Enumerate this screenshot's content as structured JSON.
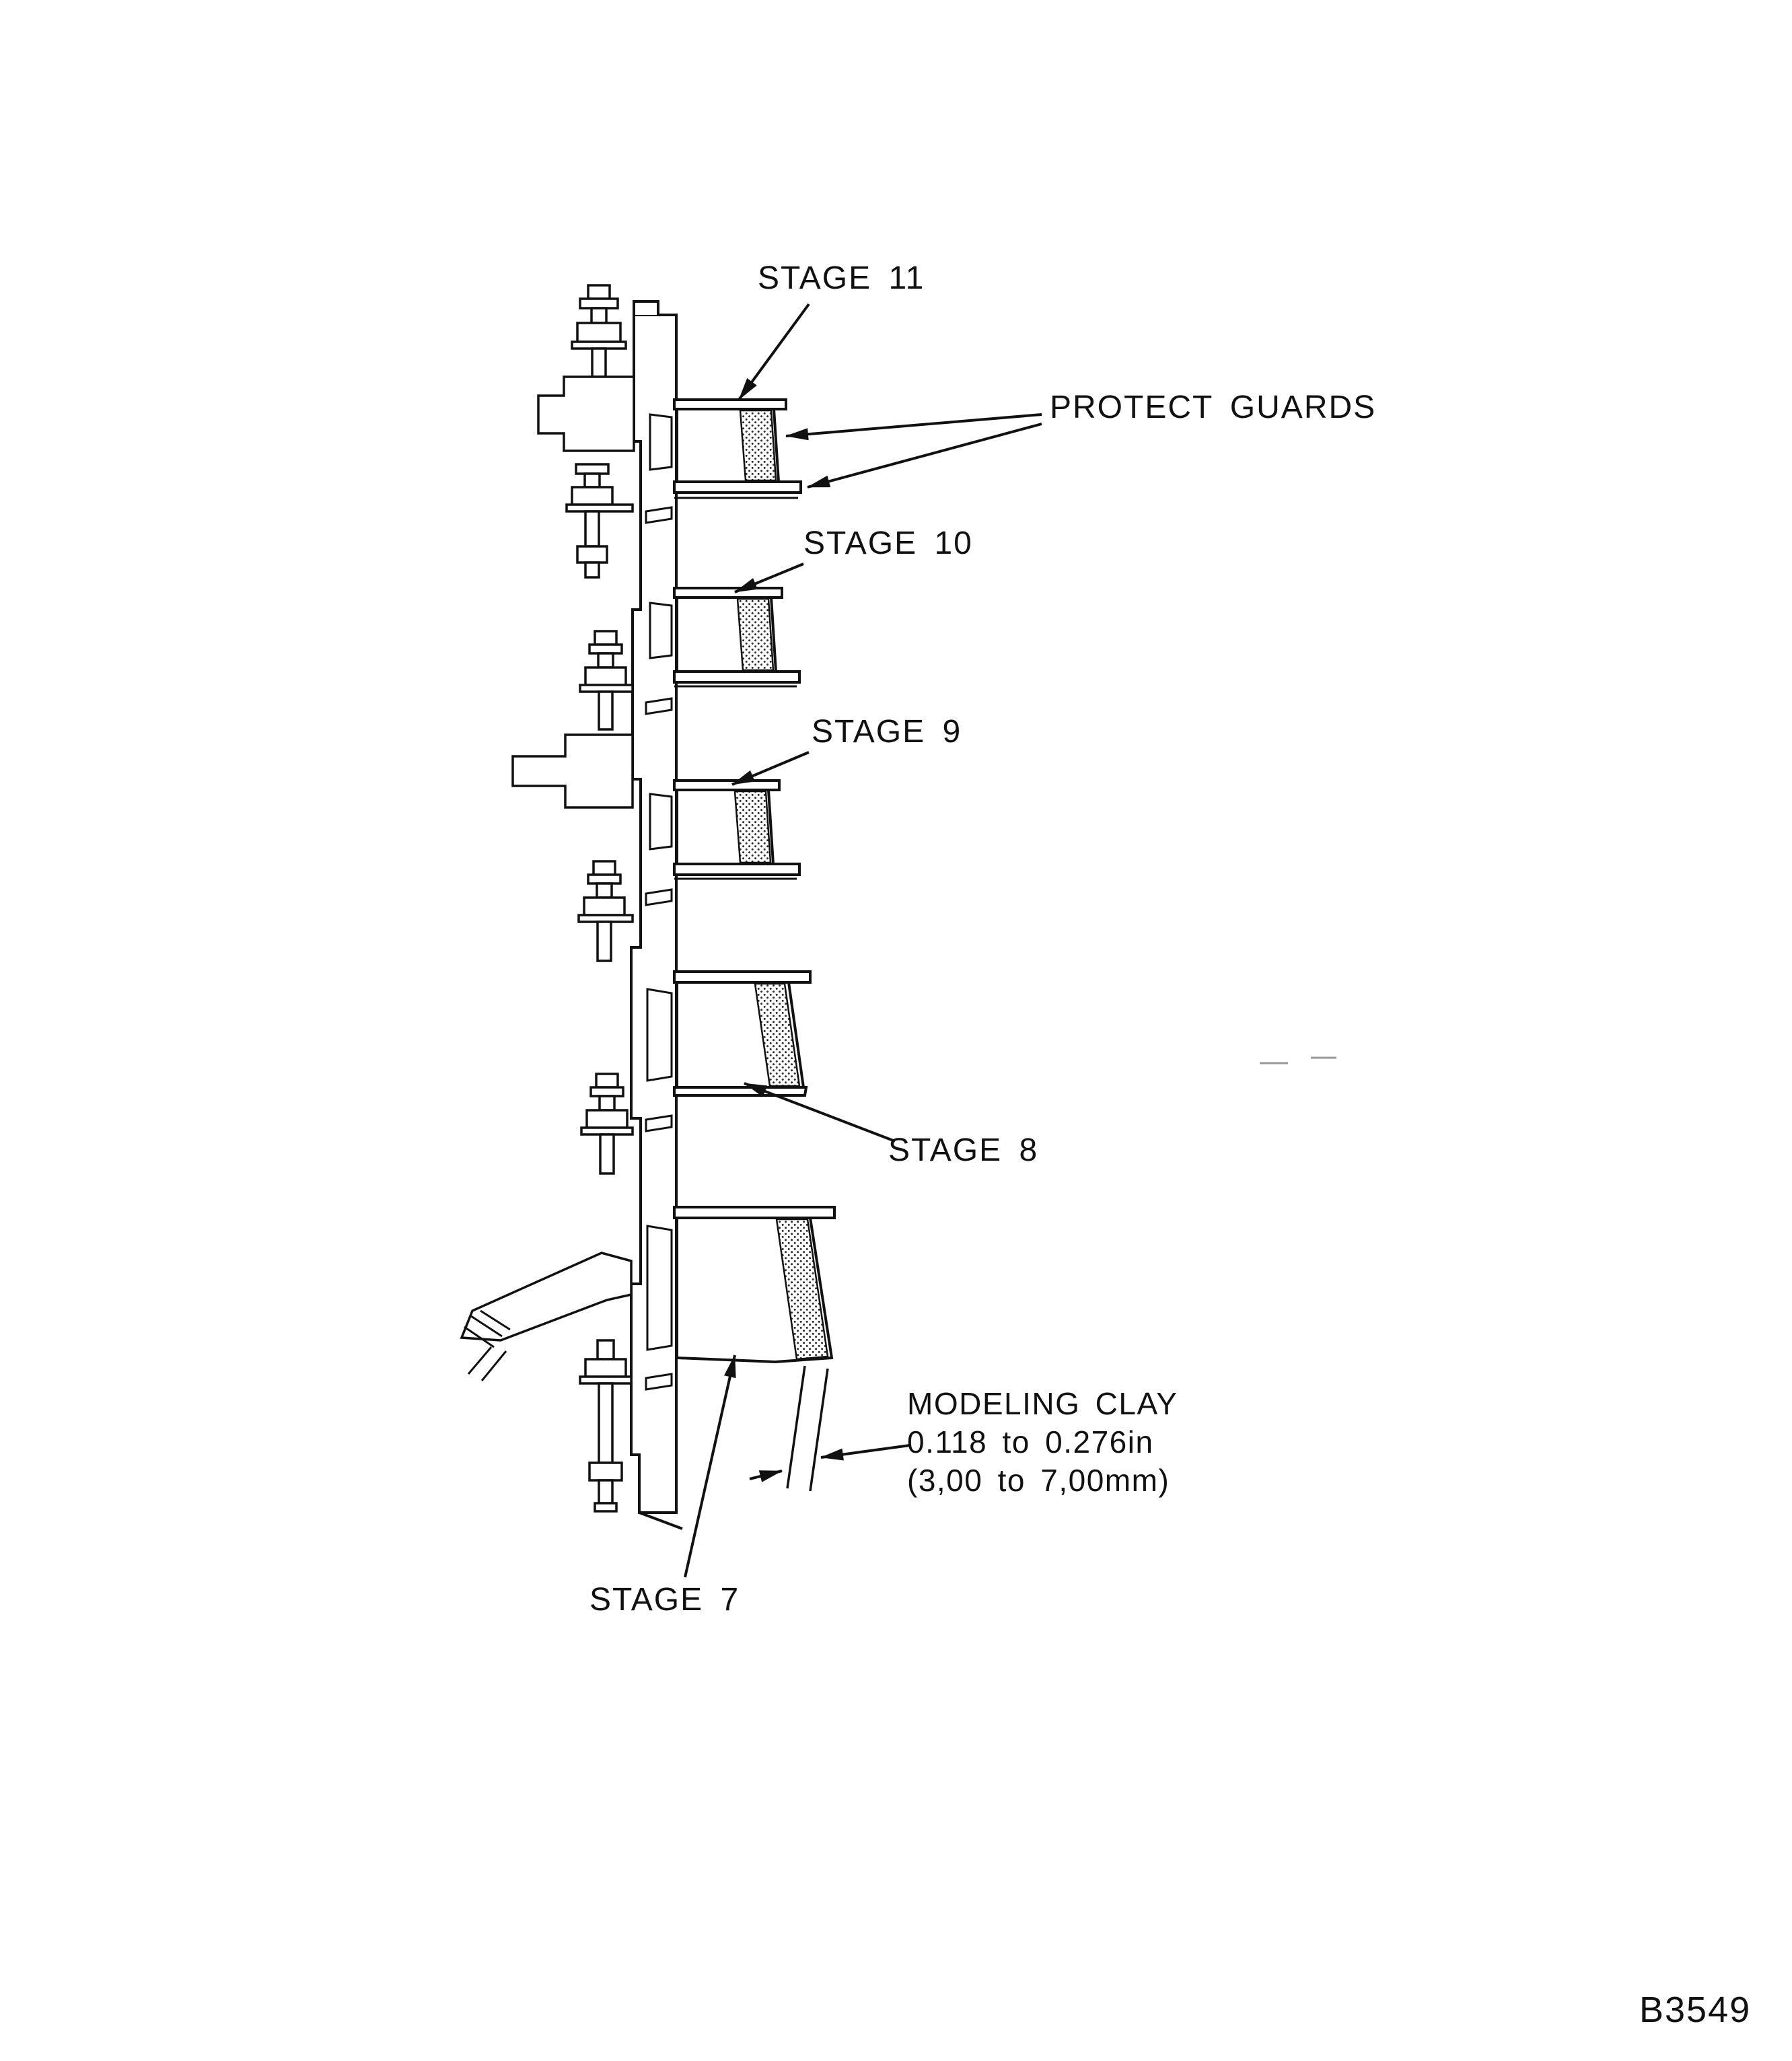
{
  "figure": {
    "id_label": "B3549",
    "stages": {
      "stage11": "STAGE 11",
      "stage10": "STAGE 10",
      "stage9": "STAGE 9",
      "stage8": "STAGE 8",
      "stage7": "STAGE 7"
    },
    "protect_guards_label": "PROTECT GUARDS",
    "modeling_clay": {
      "title": "MODELING CLAY",
      "range_in": "0.118 to 0.276in",
      "range_mm": "(3,00 to 7,00mm)"
    },
    "colors": {
      "ink": "#111111",
      "background": "#ffffff"
    }
  }
}
